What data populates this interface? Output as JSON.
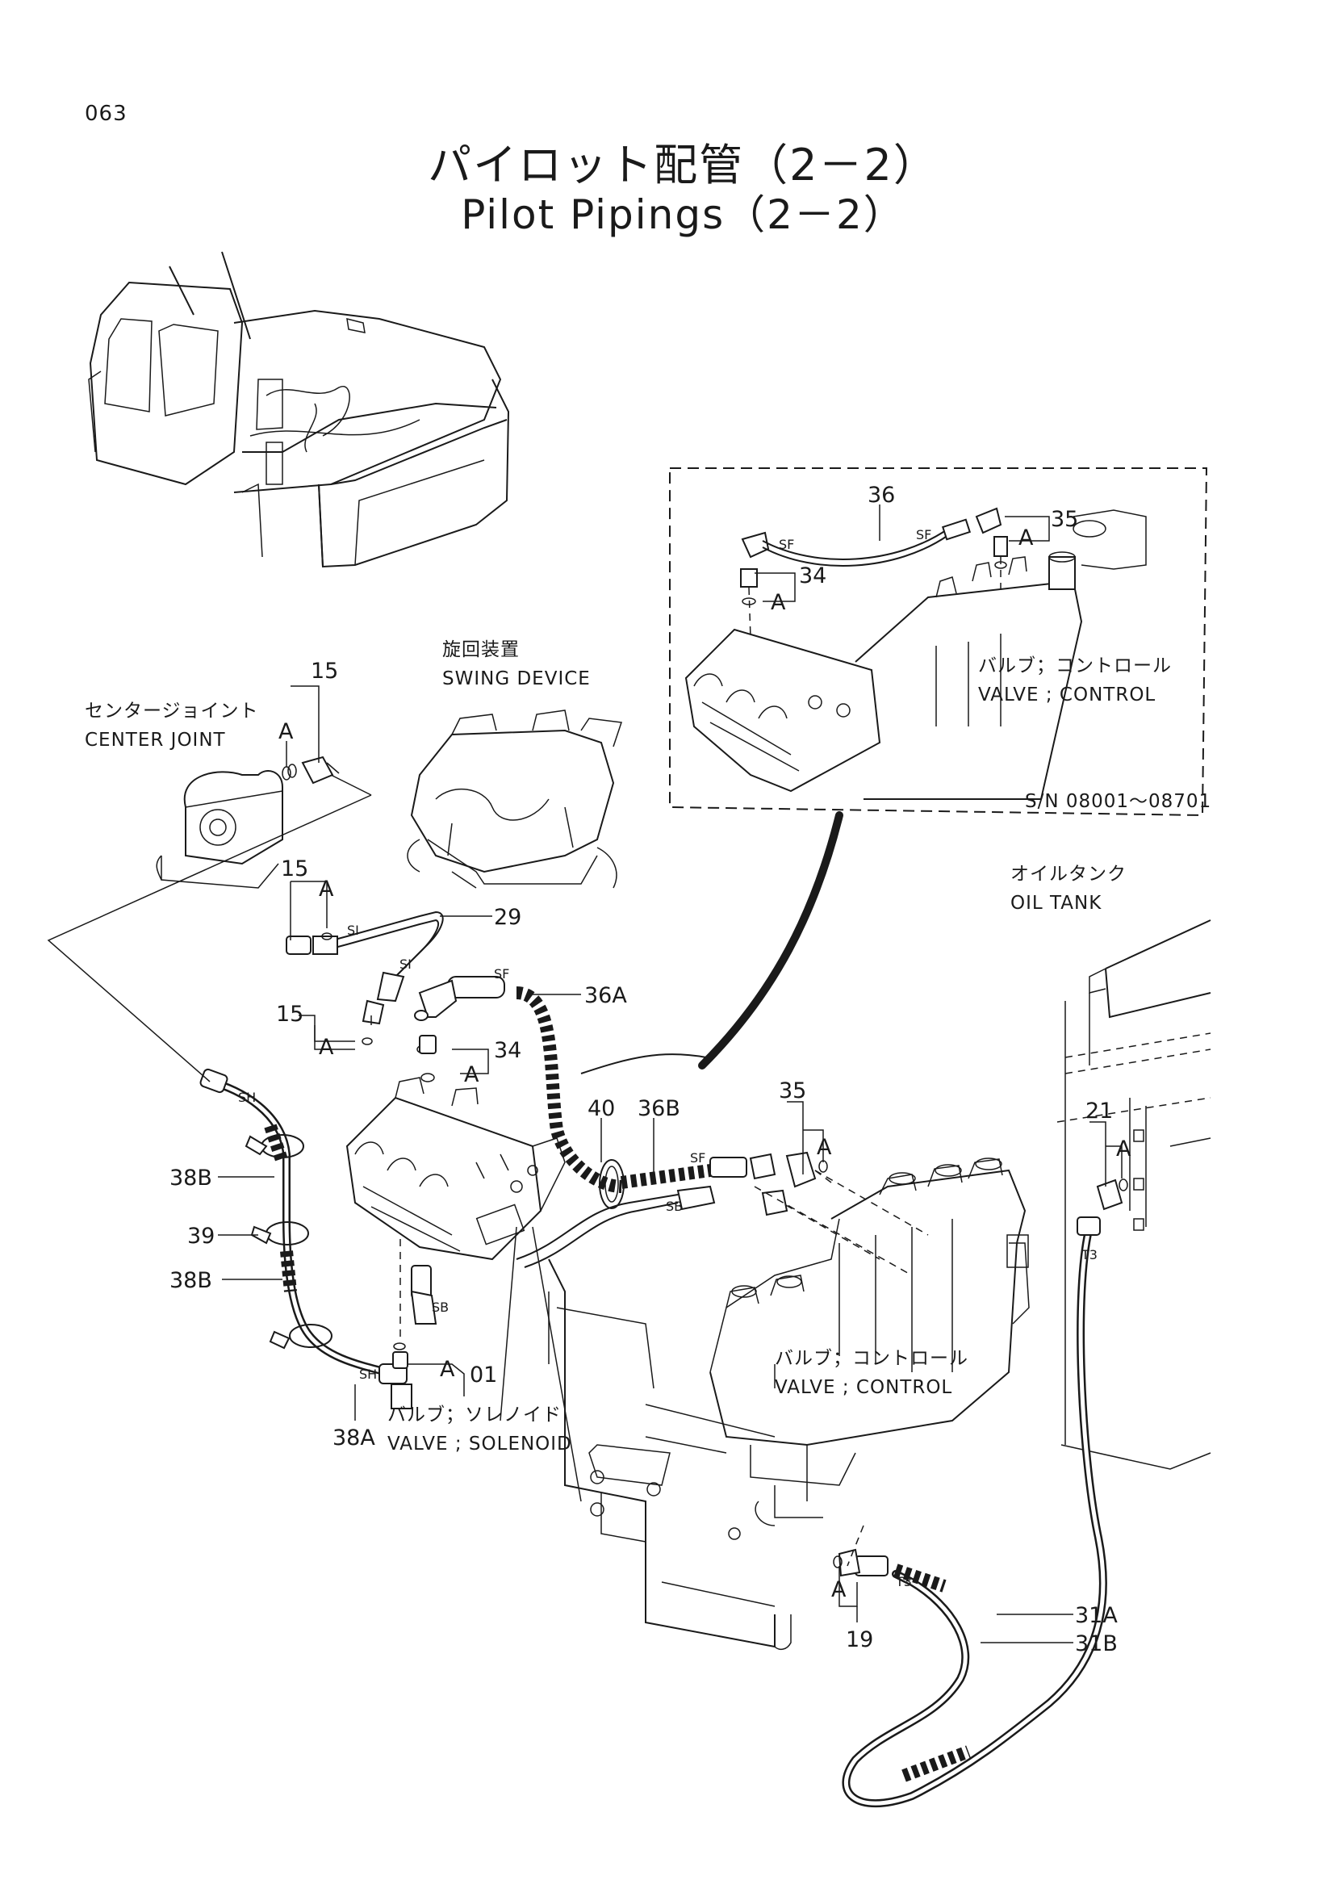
{
  "page_number": "063",
  "title_jp": "パイロット配管（2－2）",
  "title_en": "Pilot Pipings（2－2）",
  "labels": {
    "swing_device_jp": "旋回装置",
    "swing_device_en": "SWING DEVICE",
    "center_joint_jp": "センタージョイント",
    "center_joint_en": "CENTER JOINT",
    "oil_tank_jp": "オイルタンク",
    "oil_tank_en": "OIL TANK",
    "valve_control_jp": "バルブ；コントロール",
    "valve_control_en": "VALVE ; CONTROL",
    "valve_control_jp_inset": "バルブ；コントロール",
    "valve_control_en_inset": "VALVE ; CONTROL",
    "valve_solenoid_jp": "バルブ；ソレノイド",
    "valve_solenoid_en": "VALVE ; SOLENOID",
    "serial_range": "S/N 08001～08701"
  },
  "part_numbers": {
    "p36": "36",
    "p35_inset": "35",
    "p34_inset": "34",
    "p15_a": "15",
    "p15_b": "15",
    "p15_c": "15",
    "p29": "29",
    "p36a": "36A",
    "p34": "34",
    "p40": "40",
    "p36b": "36B",
    "p35": "35",
    "p21": "21",
    "p38b_a": "38B",
    "p39": "39",
    "p38b_b": "38B",
    "p38a": "38A",
    "p01": "01",
    "p19": "19",
    "p31a": "31A",
    "p31b": "31B"
  },
  "a_marks": [
    "A",
    "A",
    "A",
    "A",
    "A",
    "A",
    "A",
    "A",
    "A",
    "A"
  ],
  "fitting_codes": {
    "sf1": "SF",
    "sf2": "SF",
    "sf3": "SF",
    "sf4": "SF",
    "si1": "SI",
    "si2": "SI",
    "sh1": "SH",
    "sh2": "SH",
    "sb1": "SB",
    "sb2": "SB",
    "t3a": "T3",
    "t3b": "T3"
  }
}
